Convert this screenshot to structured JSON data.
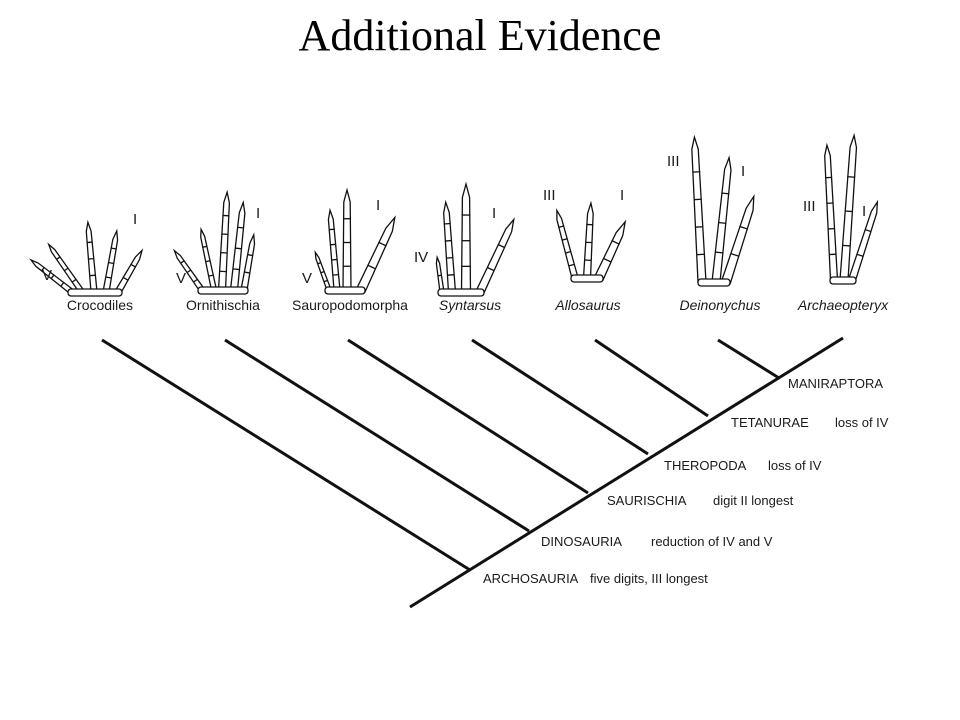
{
  "title": "Additional Evidence",
  "taxa": [
    {
      "name": "Crocodiles",
      "italic": false,
      "digits": [
        "V",
        "I"
      ]
    },
    {
      "name": "Ornithischia",
      "italic": false,
      "digits": [
        "V",
        "I"
      ]
    },
    {
      "name": "Sauropodomorpha",
      "italic": false,
      "digits": [
        "V",
        "I"
      ]
    },
    {
      "name": "Syntarsus",
      "italic": true,
      "digits": [
        "IV",
        "I"
      ]
    },
    {
      "name": "Allosaurus",
      "italic": true,
      "digits": [
        "III",
        "I"
      ]
    },
    {
      "name": "Deinonychus",
      "italic": true,
      "digits": [
        "III",
        "I"
      ]
    },
    {
      "name": "Archaeopteryx",
      "italic": true,
      "digits": [
        "III",
        "I"
      ]
    }
  ],
  "clades": [
    {
      "name": "ARCHOSAURIA",
      "trait": "five digits, III longest"
    },
    {
      "name": "DINOSAURIA",
      "trait": "reduction of IV and V"
    },
    {
      "name": "SAURISCHIA",
      "trait": "digit II longest"
    },
    {
      "name": "THEROPODA",
      "trait": "loss of IV"
    },
    {
      "name": "TETANURAE",
      "trait": "loss of IV"
    },
    {
      "name": "MANIRAPTORA",
      "trait": ""
    }
  ],
  "colors": {
    "ink": "#111111",
    "background": "#ffffff"
  }
}
